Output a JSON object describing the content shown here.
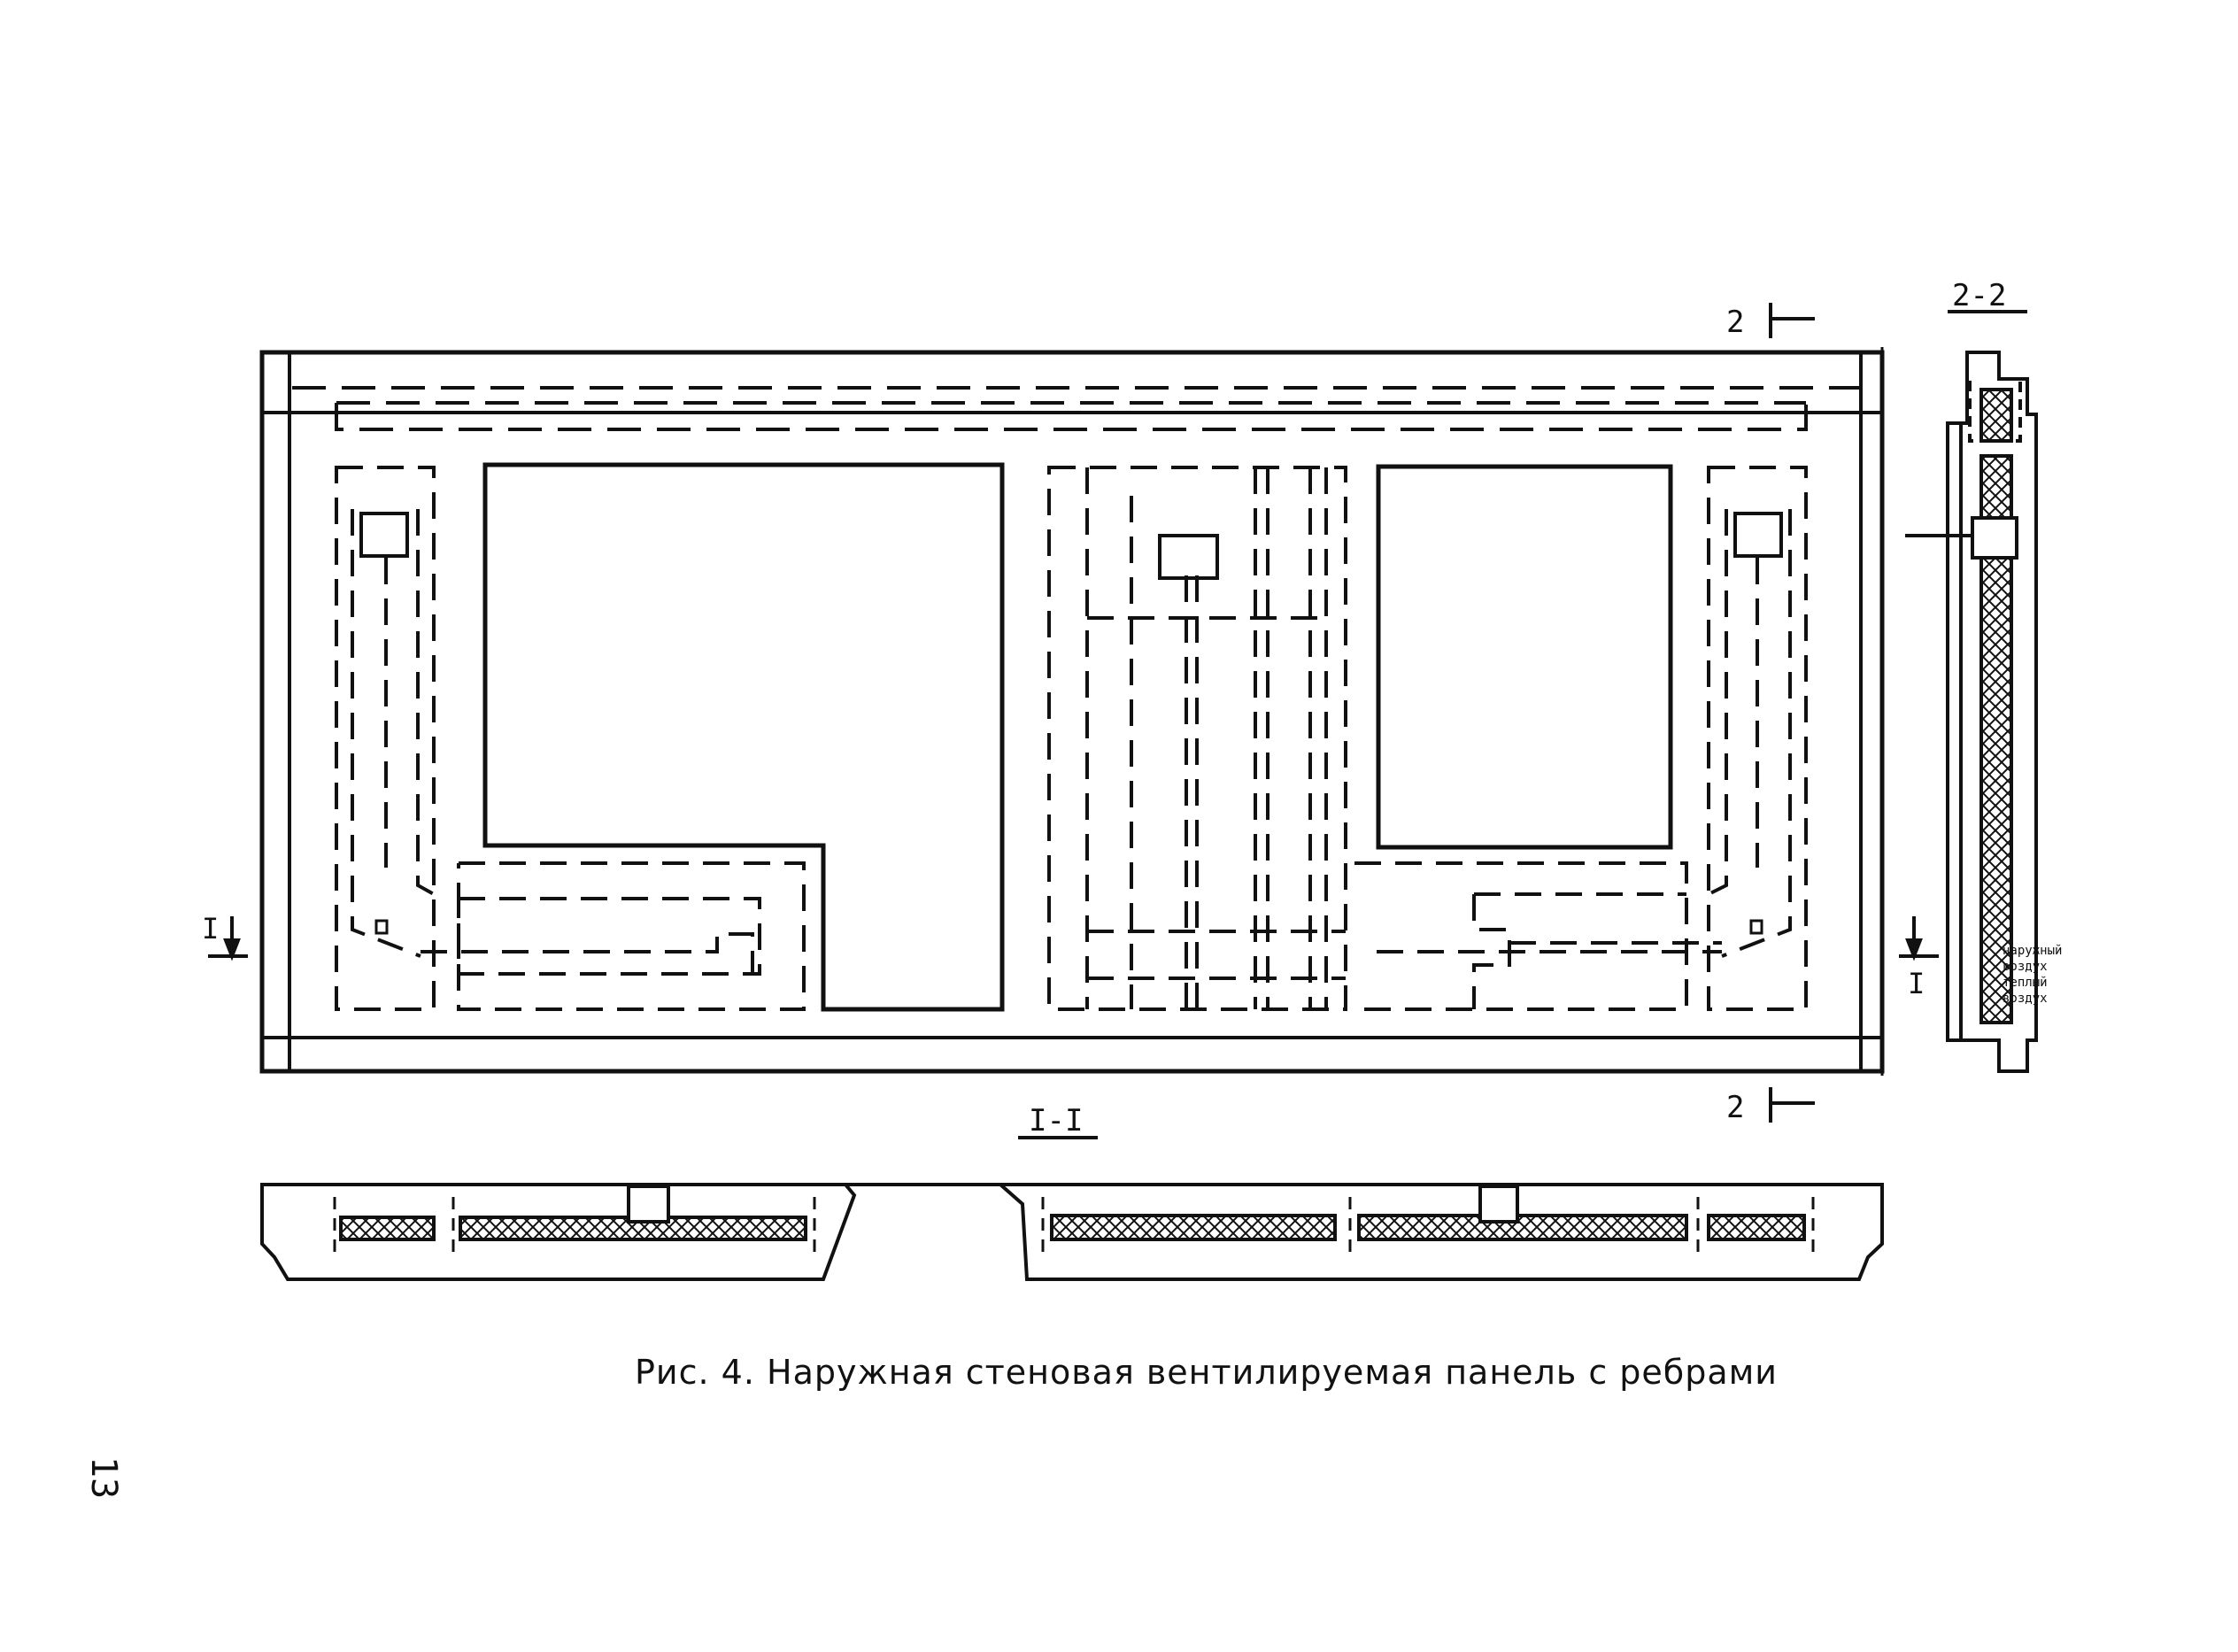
{
  "section_markers": {
    "cut_2": "2",
    "cut_1": "I"
  },
  "section_titles": {
    "section_2_2": "2-2",
    "section_1_1": "I-I"
  },
  "side_notes": {
    "lines": [
      "наружный",
      "воздух",
      "теплый",
      "воздух"
    ]
  },
  "caption": "Рис. 4. Наружная стеновая вентилируемая панель с ребрами",
  "page_number": "13"
}
